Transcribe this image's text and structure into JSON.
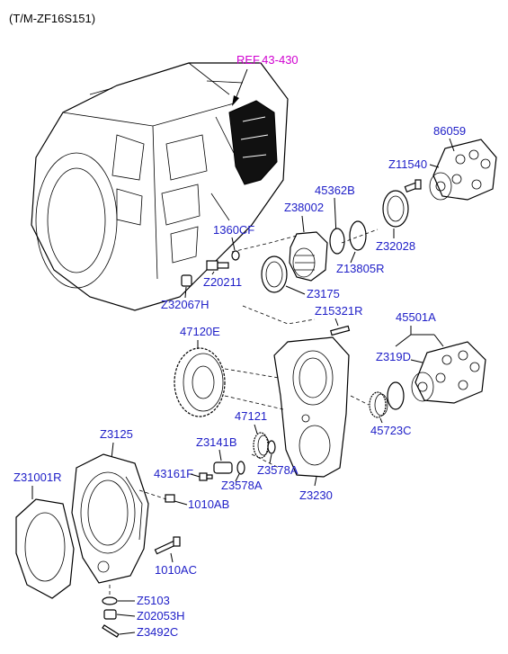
{
  "header": {
    "model": "(T/M-ZF16S151)"
  },
  "reference": {
    "label": "REF.43-430"
  },
  "labels": {
    "p86059": "86059",
    "z11540": "Z11540",
    "p45362b": "45362B",
    "z38002": "Z38002",
    "z32028": "Z32028",
    "z13805r": "Z13805R",
    "p1360cf": "1360CF",
    "z20211": "Z20211",
    "z3175": "Z3175",
    "z32067h": "Z32067H",
    "z15321r": "Z15321R",
    "p45501a": "45501A",
    "p47120e": "47120E",
    "z319d": "Z319D",
    "p47121": "47121",
    "p45723c": "45723C",
    "z3141b": "Z3141B",
    "z3578a_1": "Z3578A",
    "z3578a_2": "Z3578A",
    "z3125": "Z3125",
    "p43161f": "43161F",
    "p1010ab": "1010AB",
    "z3230": "Z3230",
    "z31001r": "Z31001R",
    "p1010ac": "1010AC",
    "z5103": "Z5103",
    "z02053h": "Z02053H",
    "z3492c": "Z3492C"
  }
}
